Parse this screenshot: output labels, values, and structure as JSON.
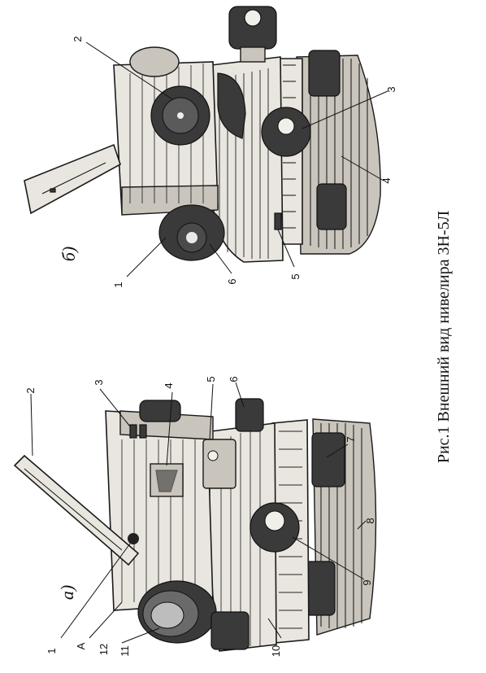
{
  "caption": "Рис.1  Внешний вид нивелира 3Н-5Л",
  "panel_a": {
    "label": "а)",
    "callouts": [
      "1",
      "A",
      "12",
      "11",
      "10",
      "2",
      "3",
      "4",
      "5",
      "6",
      "7",
      "8",
      "9"
    ]
  },
  "panel_b": {
    "label": "б)",
    "callouts": [
      "2",
      "3",
      "4",
      "5",
      "6",
      "1"
    ]
  }
}
